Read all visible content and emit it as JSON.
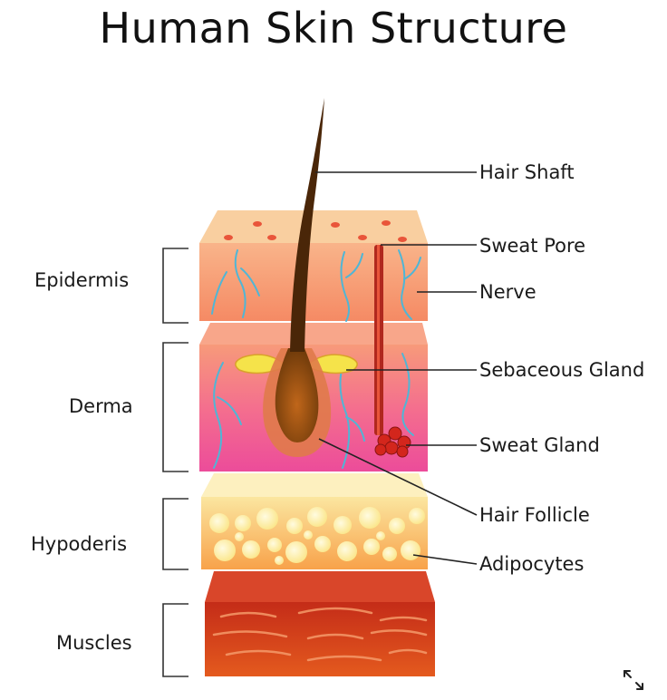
{
  "title": "Human Skin Structure",
  "left_labels": {
    "epidermis": "Epidermis",
    "derma": "Derma",
    "hypoderis": "Hypoderis",
    "muscles": "Muscles"
  },
  "right_labels": {
    "hair_shaft": "Hair Shaft",
    "sweat_pore": "Sweat Pore",
    "nerve": "Nerve",
    "sebaceous_gland": "Sebaceous Gland",
    "sweat_gland": "Sweat Gland",
    "hair_follicle": "Hair Follicle",
    "adipocytes": "Adipocytes"
  },
  "colors": {
    "epidermis_top": "#f9cfa0",
    "epidermis_front": "#f7a070",
    "derma_front": "#f3689a",
    "hypodermis": "#fbe6a0",
    "fat_cell": "#fff6c8",
    "muscle": "#c8321a",
    "hair": "#4a2608",
    "nerve": "#4fb6d6",
    "sebaceous": "#f5e34a",
    "sweat_duct": "#b0281e"
  },
  "icons": {
    "expand": "expand-arrows-icon"
  }
}
